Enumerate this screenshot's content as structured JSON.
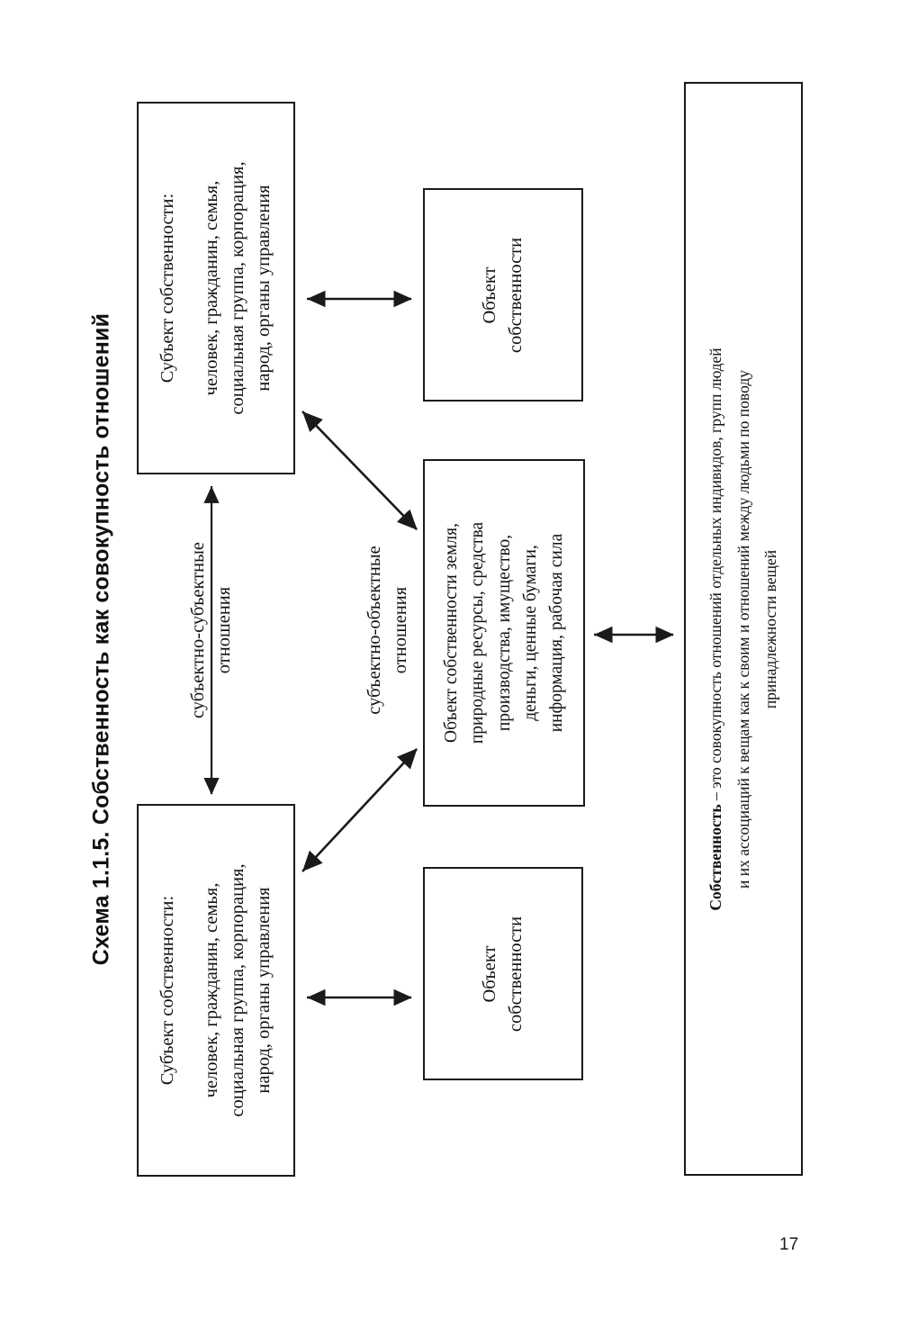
{
  "page": {
    "title": "Схема 1.1.5. Собственность как совокупность отношений",
    "number": "17",
    "ink_color": "#1a1a1a",
    "background_color": "#ffffff"
  },
  "diagram": {
    "type": "flow-diagram",
    "orientation": "rotated-90-ccw",
    "boxes": [
      {
        "id": "subject-top",
        "lines": [
          "Субъект собственности:",
          "человек, гражданин, семья,",
          "социальная группа, корпорация,",
          "народ, органы управления"
        ]
      },
      {
        "id": "subject-bottom",
        "lines": [
          "Субъект собственности:",
          "человек, гражданин, семья,",
          "социальная группа, корпорация,",
          "народ, органы управления"
        ]
      },
      {
        "id": "object-top",
        "lines": [
          "Объект",
          "собственности"
        ]
      },
      {
        "id": "object-bottom",
        "lines": [
          "Объект",
          "собственности"
        ]
      },
      {
        "id": "object-list",
        "lines": [
          "Объект собственности земля,",
          "природные ресурсы, средства",
          "производства, имущество,",
          "деньги, ценные бумаги,",
          "информация, рабочая сила"
        ]
      },
      {
        "id": "definition",
        "lines_html": [
          "<b>Собственность</b> – это совокупность отношений отдельных индивидов, групп людей",
          "и их ассоциаций к вещам как к своим и отношений между людьми по поводу",
          "принадлежности вещей"
        ]
      }
    ],
    "relation_labels": [
      {
        "id": "subject-subject",
        "lines": [
          "субъектно-субъектные",
          "отношения"
        ]
      },
      {
        "id": "subject-object",
        "lines": [
          "субъектно-объектные",
          "отношения"
        ]
      }
    ],
    "connectors": [
      {
        "id": "subject-top-to-object-top",
        "style": "double-headed-straight"
      },
      {
        "id": "subject-bottom-to-object-bottom",
        "style": "double-headed-straight"
      },
      {
        "id": "subject-top-to-subject-bottom",
        "style": "double-headed-straight"
      },
      {
        "id": "subject-top-to-object-list",
        "style": "double-headed-diagonal"
      },
      {
        "id": "subject-bottom-to-object-list",
        "style": "double-headed-diagonal"
      },
      {
        "id": "object-list-to-definition",
        "style": "double-headed-straight"
      }
    ]
  }
}
